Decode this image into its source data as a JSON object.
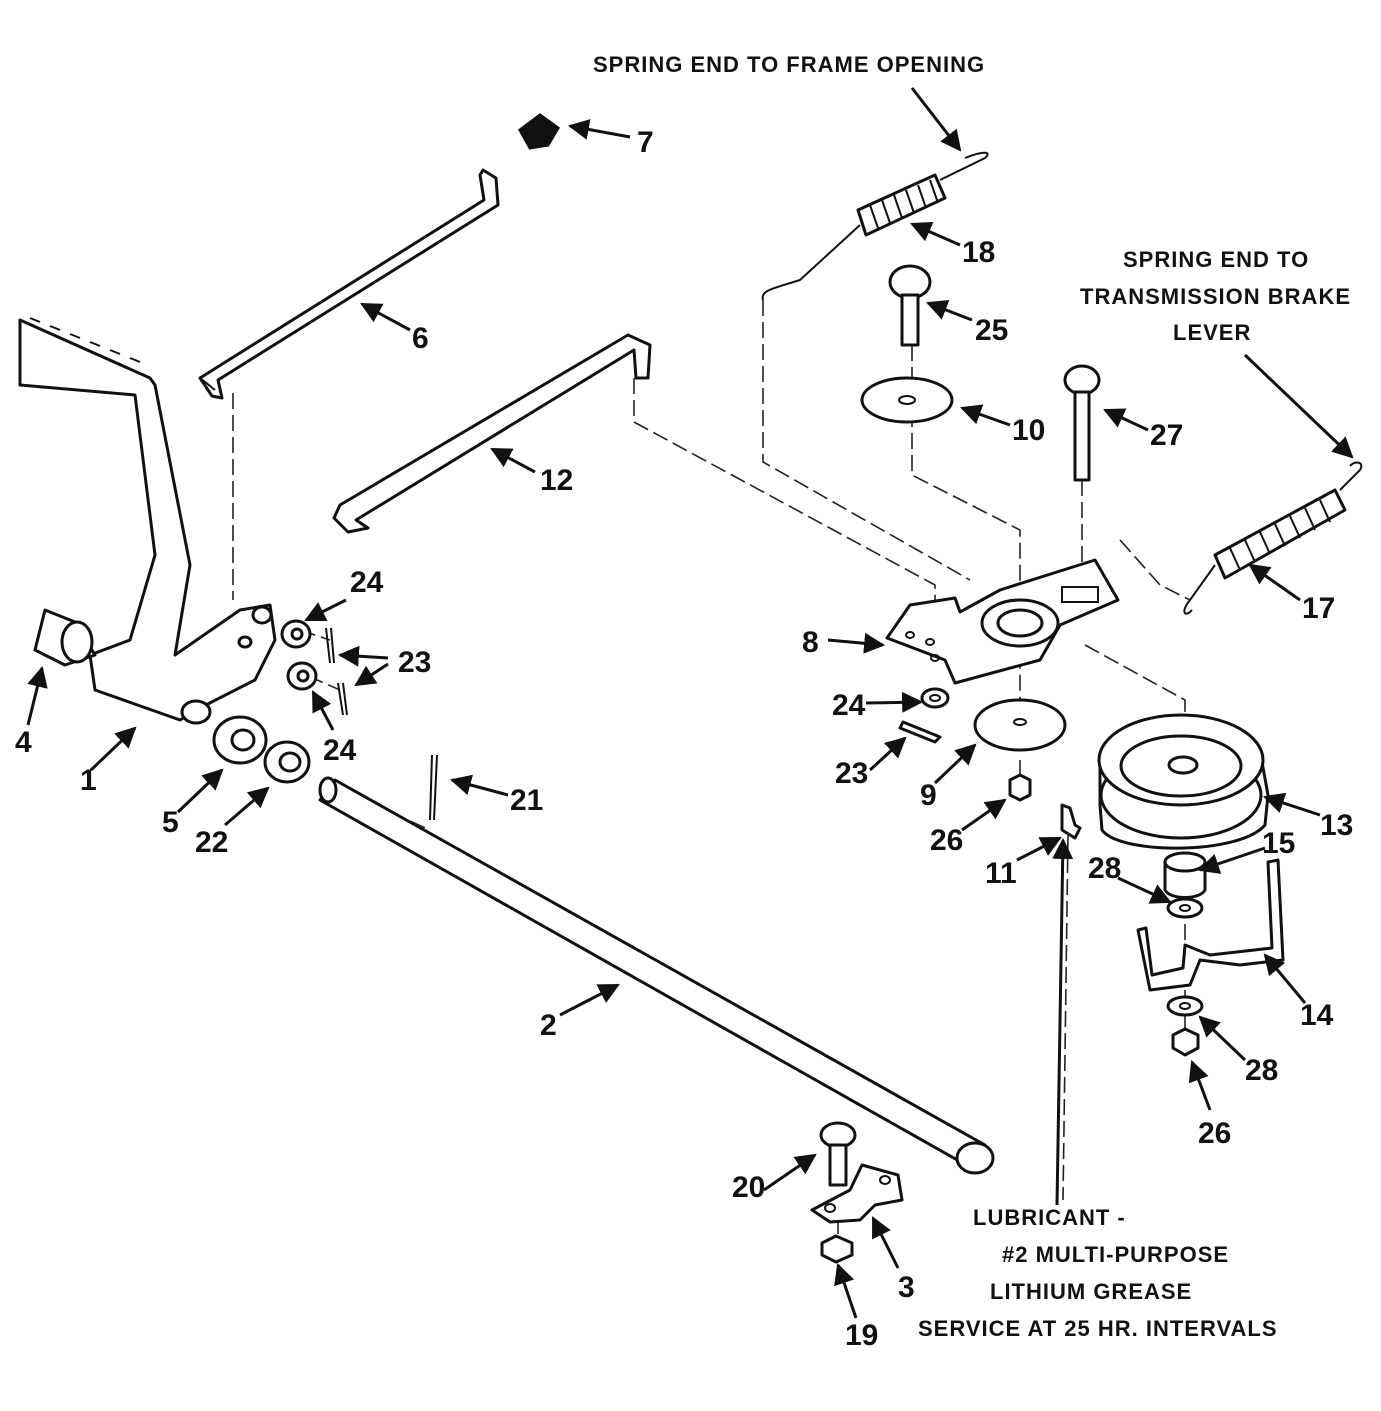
{
  "notes": {
    "frame_opening": "SPRING END TO FRAME OPENING",
    "trans_brake_line1": "SPRING END TO",
    "trans_brake_line2": "TRANSMISSION BRAKE",
    "trans_brake_line3": "LEVER",
    "lubricant_line1": "LUBRICANT -",
    "lubricant_line2": "#2 MULTI-PURPOSE",
    "lubricant_line3": "LITHIUM GREASE",
    "lubricant_line4": "SERVICE AT 25 HR. INTERVALS"
  },
  "callouts": {
    "c1": "1",
    "c2": "2",
    "c3": "3",
    "c4": "4",
    "c5": "5",
    "c6": "6",
    "c7": "7",
    "c8": "8",
    "c9": "9",
    "c10": "10",
    "c11": "11",
    "c12": "12",
    "c13": "13",
    "c14": "14",
    "c15": "15",
    "c17": "17",
    "c18": "18",
    "c19": "19",
    "c20": "20",
    "c21": "21",
    "c22": "22",
    "c23a": "23",
    "c23b": "23",
    "c24a": "24",
    "c24b": "24",
    "c24c": "24",
    "c25": "25",
    "c26a": "26",
    "c26b": "26",
    "c27": "27",
    "c28a": "28",
    "c28b": "28"
  }
}
